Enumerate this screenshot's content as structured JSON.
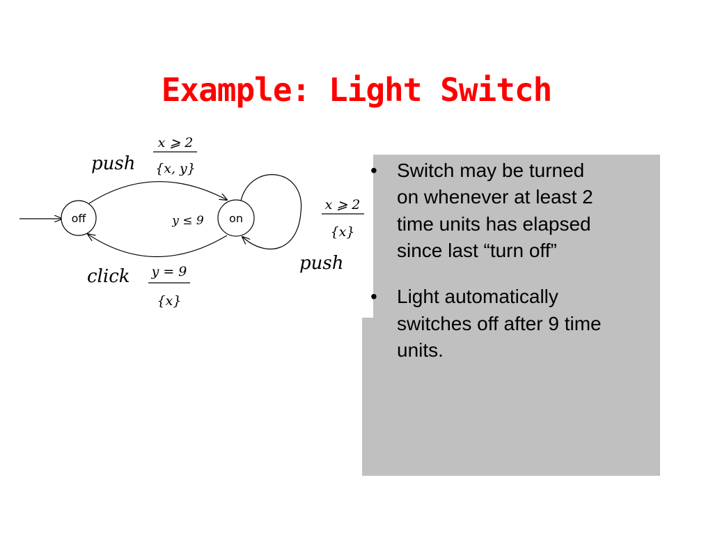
{
  "slide": {
    "title": "Example: Light Switch"
  },
  "diagram": {
    "states": {
      "off": "off",
      "on": "on",
      "invariant": "y ≤ 9"
    },
    "push_on": {
      "label": "push",
      "guard": "x ⩾ 2",
      "reset": "{x, y}"
    },
    "push_self": {
      "label": "push",
      "guard": "x ⩾ 2",
      "reset": "{x}"
    },
    "click_off": {
      "label": "click",
      "guard": "y = 9",
      "reset": "{x}"
    }
  },
  "bullets": [
    {
      "marker": "•",
      "lines": [
        "Switch may be turned",
        "on whenever at least 2",
        "time units has elapsed",
        "since last “turn off”"
      ]
    },
    {
      "marker": "•",
      "lines": [
        "Light automatically",
        "switches off after 9 time",
        "units."
      ]
    }
  ]
}
